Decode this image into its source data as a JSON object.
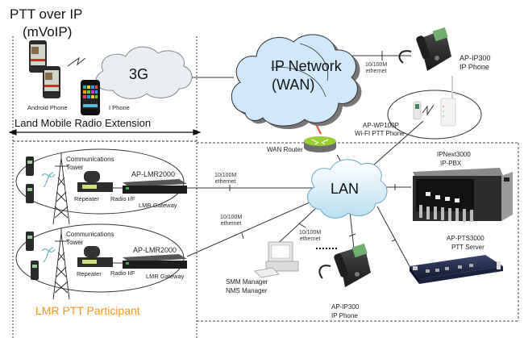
{
  "title": {
    "line1": "PTT over IP",
    "line2": "(mVoIP)"
  },
  "clouds": {
    "cellular": "3G",
    "wan_line1": "IP Network",
    "wan_line2": "(WAN)",
    "lan": "LAN"
  },
  "mobile": {
    "android_label": "Android Phone",
    "iphone_label": "I Phone"
  },
  "extension_label": "Land Mobile Radio Extension",
  "wan_router_label": "WAN Router",
  "top_phone": {
    "model": "AP-IP300",
    "type": "IP Phone"
  },
  "wifi_phone": {
    "model": "AP-WP100P",
    "type": "Wi-FI PTT Phone"
  },
  "pbx": {
    "model": "IPNext3000",
    "type": "IP-PBX"
  },
  "ptt_server": {
    "model": "AP-PTS3000",
    "type": "PTT Server"
  },
  "lmr_sites": [
    {
      "tower_line1": "Communications",
      "tower_line2": "Tower",
      "gateway_model": "AP-LMR2000",
      "repeater": "Repeater",
      "radio_if": "Radio I/F",
      "gateway": "LMR Gateway"
    },
    {
      "tower_line1": "Communications",
      "tower_line2": "Tower",
      "gateway_model": "AP-LMR2000",
      "repeater": "Repeater",
      "radio_if": "Radio I/F",
      "gateway": "LMR Gateway"
    }
  ],
  "ethernet": {
    "line1": "10/100M",
    "line2": "ethernet"
  },
  "manager": {
    "line1": "SMM Manager",
    "line2": "NMS Manager"
  },
  "bottom_phone": {
    "model": "AP-IP300",
    "type": "IP Phone"
  },
  "lmr_participant_label": "LMR PTT Participant",
  "colors": {
    "wan_cloud": "#cfe9fb",
    "lan_cloud": "#dff1fa",
    "router_top": "#9acd32",
    "router_body": "#6d6d6d",
    "wan_link": "#e0522a",
    "accent_orange": "#f7961e"
  }
}
